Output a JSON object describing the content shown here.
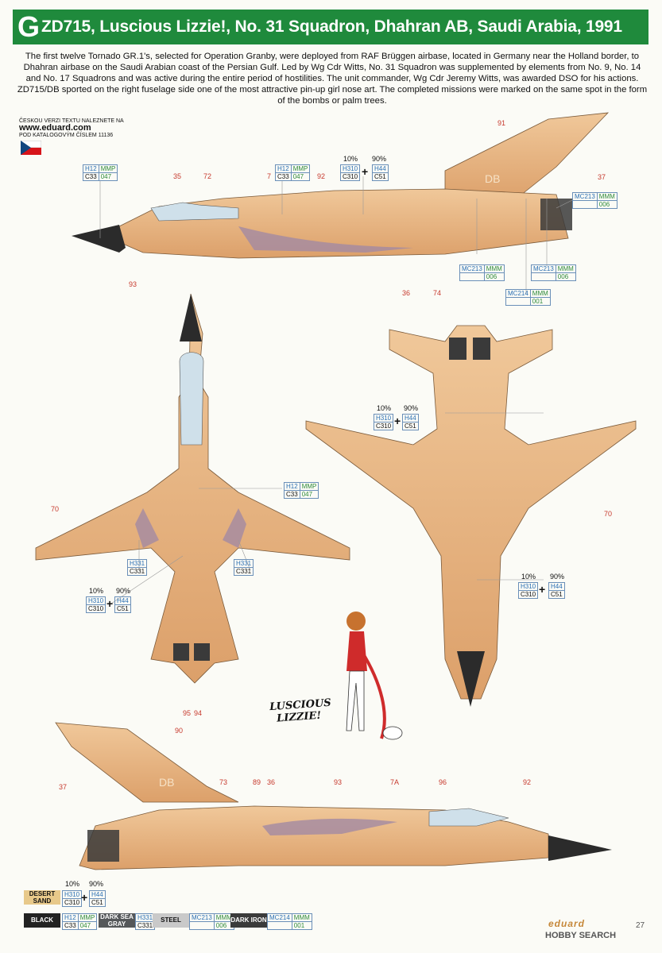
{
  "header": {
    "letter": "G",
    "title": "ZD715, Luscious Lizzie!, No. 31 Squadron, Dhahran AB, Saudi Arabia, 1991"
  },
  "description": "The first twelve Tornado GR.1's, selected for Operation Granby, were deployed from RAF Brüggen airbase, located in Germany near the Holland border, to Dhahran airbase on the Saudi Arabian coast of the Persian Gulf. Led by Wg Cdr Witts, No. 31 Squadron was supplemented by elements from No. 9, No. 14 and No. 17 Squadrons and was active during the entire period of hostilities. The unit commander, Wg Cdr Jeremy Witts, was awarded DSO for his actions. ZD715/DB sported on the right fuselage side one of the most attractive pin-up girl nose art. The completed missions were marked on the same spot in the form of the bombs or palm trees.",
  "czech": {
    "line1": "ČESKOU VERZI TEXTU NALEZNETE NA",
    "url": "www.eduard.com",
    "line2": "POD KATALOGOVÝM ČÍSLEM 11136"
  },
  "codes": {
    "h12": "H12",
    "c33": "C33",
    "mmp": "MMP",
    "n047": "047",
    "h310": "H310",
    "c310": "C310",
    "h44": "H44",
    "c51": "C51",
    "mc213": "MC213",
    "mmm": "MMM",
    "n006": "006",
    "mc214": "MC214",
    "n001": "001",
    "h331": "H331",
    "c331": "C331",
    "p10": "10%",
    "p90": "90%",
    "plus": "+"
  },
  "callouts": {
    "n35": "35",
    "n72": "72",
    "n7": "7",
    "n92": "92",
    "n91": "91",
    "n37": "37",
    "n93": "93",
    "n36": "36",
    "n74": "74",
    "n70": "70",
    "n95": "95",
    "n94": "94",
    "n90": "90",
    "n73": "73",
    "n89": "89",
    "n7a": "7A",
    "n96": "96"
  },
  "legend": {
    "desert_sand": "DESERT SAND",
    "black": "BLACK",
    "dark_sea_gray": "DARK SEA GRAY",
    "steel": "STEEL",
    "dark_iron": "DARK IRON"
  },
  "nose_art": {
    "text1": "LUSCIOUS",
    "text2": "LIZZIE!",
    "tail_code": "DB"
  },
  "footer": {
    "logo": "eduard",
    "page": "27",
    "watermark": "HOBBY SEARCH"
  },
  "colors": {
    "header_bg": "#1f8a3c",
    "sand": "#e8b585",
    "sand_dark": "#d9a06e",
    "purple": "#a38aa3",
    "black": "#2b2b2b",
    "callout": "#c73a2e"
  }
}
